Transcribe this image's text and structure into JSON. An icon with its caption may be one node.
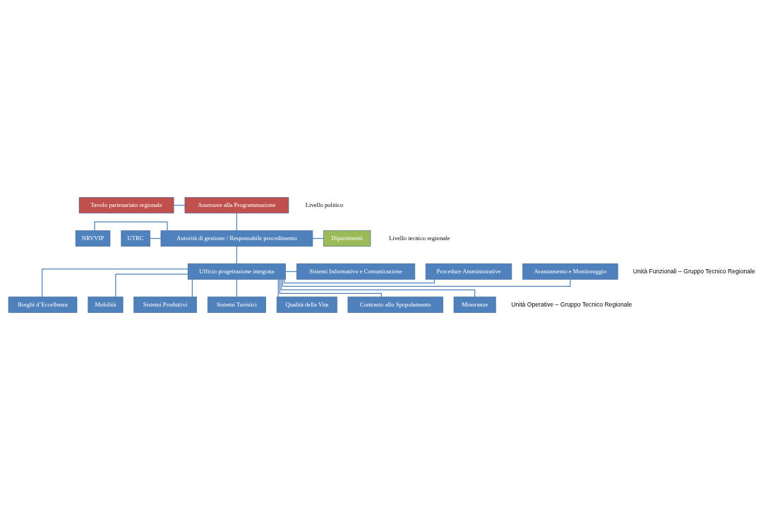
{
  "diagram": {
    "nodes": [
      {
        "text": [
          "Assessore alla Programmazione"
        ]
      },
      {
        "text": [
          "Tavolo partenariato regionale"
        ]
      },
      {
        "text": [
          "NRVVIP"
        ]
      },
      {
        "text": [
          "UTRC"
        ]
      },
      {
        "text": [
          "Autorità di gestione / Responsabile procedimento"
        ]
      },
      {
        "text": [
          "Dipartimenti"
        ]
      },
      {
        "text": [
          "Ufficio progettazione integrata"
        ]
      },
      {
        "text": [
          "Avanzamento e Monitoraggio"
        ]
      },
      {
        "text": [
          "Procedure Amministrative"
        ]
      },
      {
        "text": [
          "Sistemi Informativo e Comunicazione"
        ]
      },
      {
        "text": [
          "Borghi d’Eccellenza"
        ]
      },
      {
        "text": [
          "Mobilità"
        ]
      },
      {
        "text": [
          "Sistemi Produttivi"
        ]
      },
      {
        "text": [
          "Sistemi Turistici"
        ]
      },
      {
        "text": [
          "Qualità della Vita"
        ]
      },
      {
        "text": [
          "Contrasto allo Spopolamento"
        ]
      },
      {
        "text": [
          "Minoranze"
        ]
      }
    ],
    "edges": [
      {
        "from": 1,
        "to": 0,
        "arrow": "none"
      },
      {
        "from": 0,
        "to": 4,
        "arrow": "none"
      },
      {
        "from": 2,
        "to": 4,
        "arrow": "none"
      },
      {
        "from": 3,
        "to": 4,
        "arrow": "none"
      },
      {
        "from": 4,
        "to": 5,
        "arrow": "none"
      },
      {
        "from": 4,
        "to": 6,
        "arrow": "none"
      },
      {
        "from": 6,
        "to": 7,
        "arrow": "none"
      },
      {
        "from": 6,
        "to": 8,
        "arrow": "none"
      },
      {
        "from": 6,
        "to": 9,
        "arrow": "none"
      },
      {
        "from": 6,
        "to": 10,
        "arrow": "none"
      },
      {
        "from": 6,
        "to": 11,
        "arrow": "none"
      },
      {
        "from": 6,
        "to": 12,
        "arrow": "none"
      },
      {
        "from": 6,
        "to": 13,
        "arrow": "none"
      },
      {
        "from": 6,
        "to": 14,
        "arrow": "none"
      },
      {
        "from": 6,
        "to": 15,
        "arrow": "none"
      },
      {
        "from": 6,
        "to": 16,
        "arrow": "none"
      }
    ],
    "labels": [
      "Livello politico",
      "Livello tecnico regionale",
      "Unità Funzionali – Gruppo Tecnico Regionale",
      "Unità Operative – Gruppo Tecnico Regionale"
    ]
  }
}
